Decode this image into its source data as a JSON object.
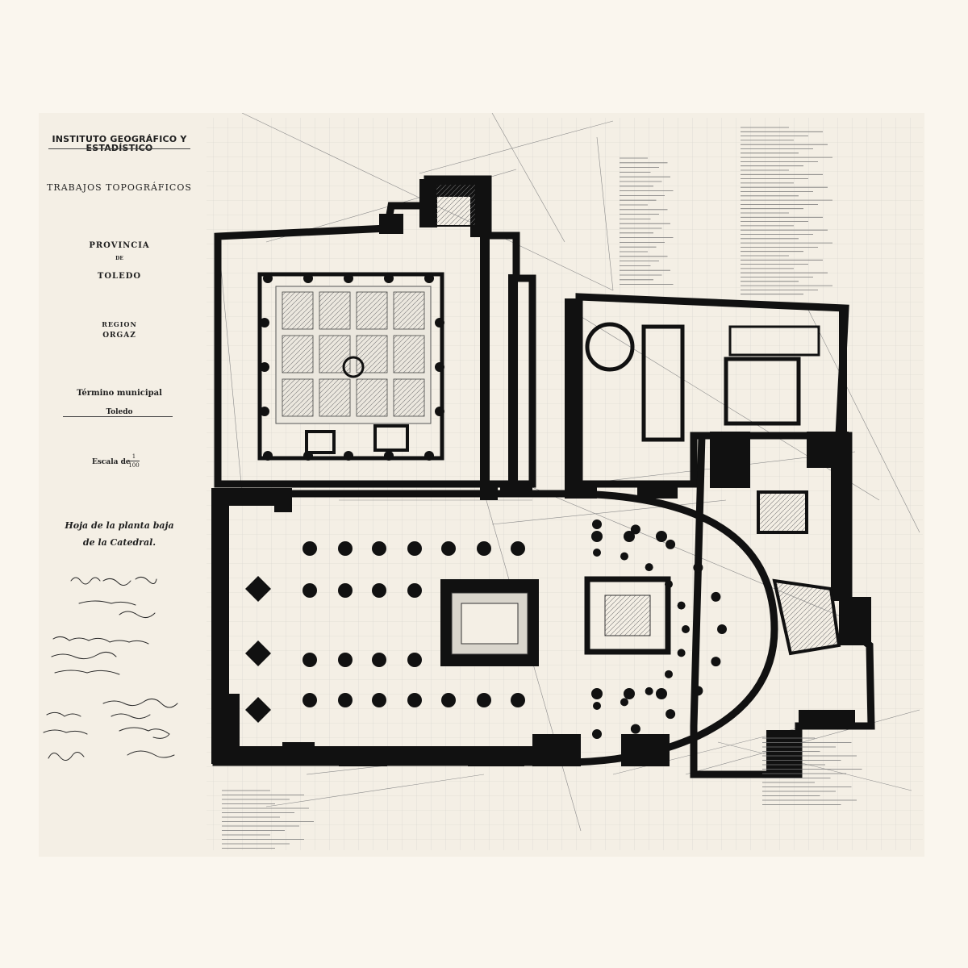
{
  "title_block": {
    "institute": "INSTITUTO GEOGRÁFICO Y ESTADÍSTICO",
    "works": "TRABAJOS TOPOGRÁFICOS",
    "province_label": "PROVINCIA",
    "province_de": "DE",
    "province_name": "TOLEDO",
    "region_label": "REGION",
    "region_name": "ORGAZ",
    "municipality_label": "Término municipal",
    "municipality_name": "Toledo",
    "scale_label": "Escala de",
    "scale_numerator": "1",
    "scale_denominator": "100",
    "sheet_title_line1": "Hoja de la planta baja",
    "sheet_title_line2": "de la Catedral."
  },
  "colors": {
    "background": "#faf6ee",
    "paper": "#f4efe5",
    "ink": "#111111",
    "grid": "#d4d2cb",
    "survey_line": "#8a8a8a"
  },
  "icons": [
    "cathedral-floor-plan",
    "handwritten-signatures"
  ]
}
